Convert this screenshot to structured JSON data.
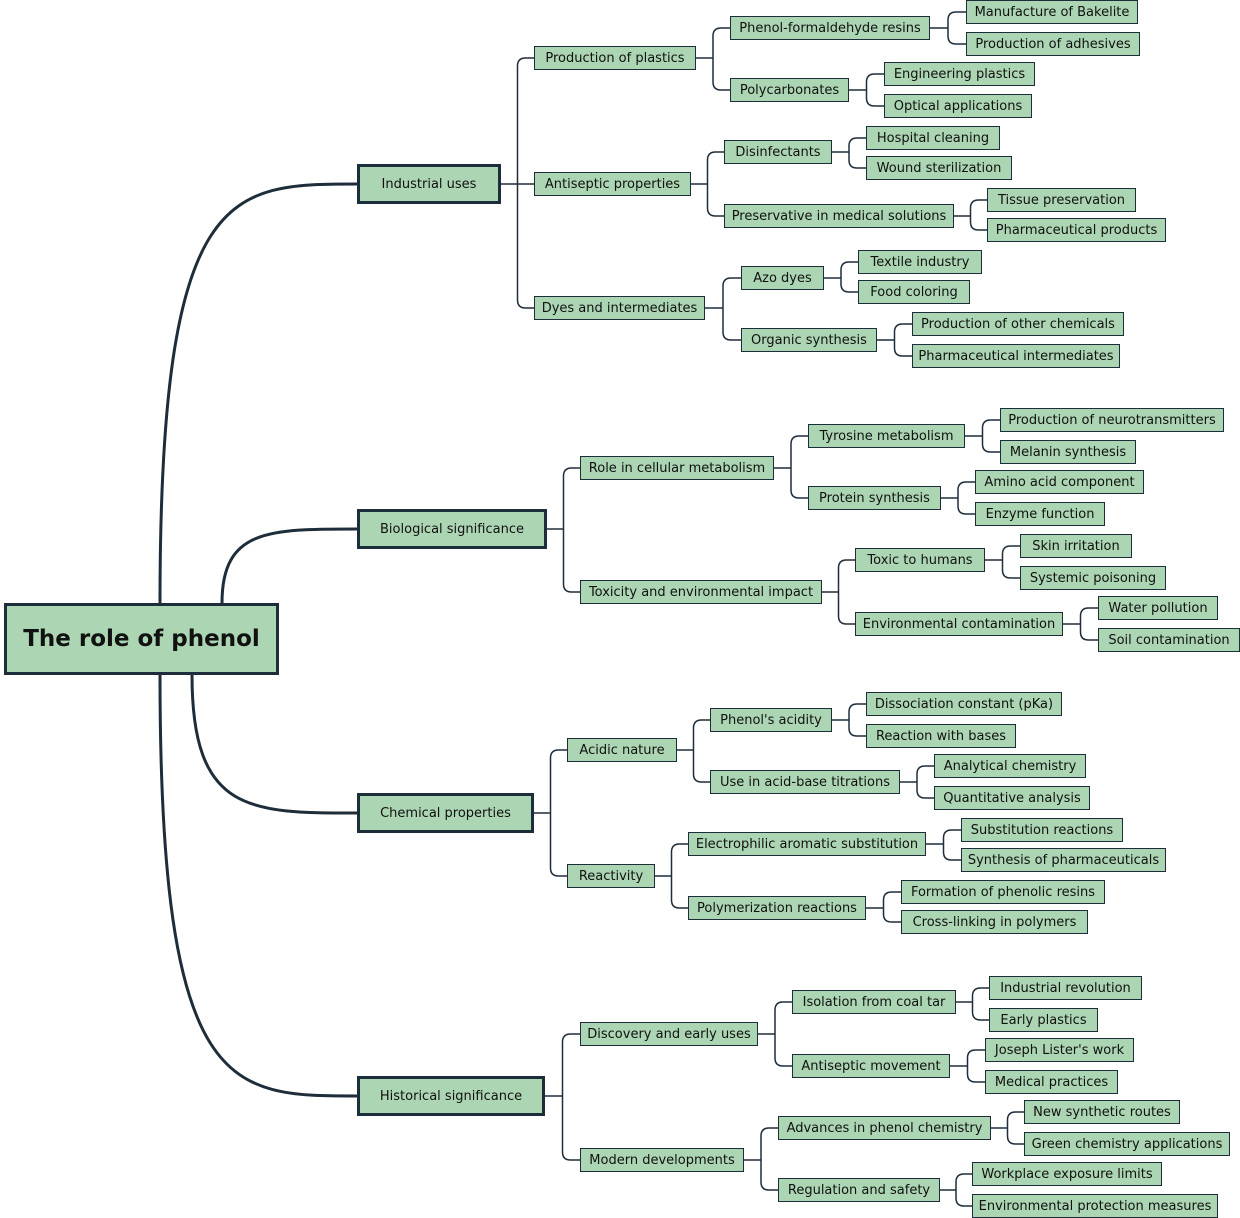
{
  "mindmap": {
    "root": "The role of phenol",
    "branches": [
      {
        "label": "Industrial uses",
        "children": [
          {
            "label": "Production of plastics",
            "children": [
              {
                "label": "Phenol-formaldehyde resins",
                "children": [
                  "Manufacture of Bakelite",
                  "Production of adhesives"
                ]
              },
              {
                "label": "Polycarbonates",
                "children": [
                  "Engineering plastics",
                  "Optical applications"
                ]
              }
            ]
          },
          {
            "label": "Antiseptic properties",
            "children": [
              {
                "label": "Disinfectants",
                "children": [
                  "Hospital cleaning",
                  "Wound sterilization"
                ]
              },
              {
                "label": "Preservative in medical solutions",
                "children": [
                  "Tissue preservation",
                  "Pharmaceutical products"
                ]
              }
            ]
          },
          {
            "label": "Dyes and intermediates",
            "children": [
              {
                "label": "Azo dyes",
                "children": [
                  "Textile industry",
                  "Food coloring"
                ]
              },
              {
                "label": "Organic synthesis",
                "children": [
                  "Production of other chemicals",
                  "Pharmaceutical intermediates"
                ]
              }
            ]
          }
        ]
      },
      {
        "label": "Biological significance",
        "children": [
          {
            "label": "Role in cellular metabolism",
            "children": [
              {
                "label": "Tyrosine metabolism",
                "children": [
                  "Production of neurotransmitters",
                  "Melanin synthesis"
                ]
              },
              {
                "label": "Protein synthesis",
                "children": [
                  "Amino acid component",
                  "Enzyme function"
                ]
              }
            ]
          },
          {
            "label": "Toxicity and environmental impact",
            "children": [
              {
                "label": "Toxic to humans",
                "children": [
                  "Skin irritation",
                  "Systemic poisoning"
                ]
              },
              {
                "label": "Environmental contamination",
                "children": [
                  "Water pollution",
                  "Soil contamination"
                ]
              }
            ]
          }
        ]
      },
      {
        "label": "Chemical properties",
        "children": [
          {
            "label": "Acidic nature",
            "children": [
              {
                "label": "Phenol's acidity",
                "children": [
                  "Dissociation constant (pKa)",
                  "Reaction with bases"
                ]
              },
              {
                "label": "Use in acid-base titrations",
                "children": [
                  "Analytical chemistry",
                  "Quantitative analysis"
                ]
              }
            ]
          },
          {
            "label": "Reactivity",
            "children": [
              {
                "label": "Electrophilic aromatic substitution",
                "children": [
                  "Substitution reactions",
                  "Synthesis of pharmaceuticals"
                ]
              },
              {
                "label": "Polymerization reactions",
                "children": [
                  "Formation of phenolic resins",
                  "Cross-linking in polymers"
                ]
              }
            ]
          }
        ]
      },
      {
        "label": "Historical significance",
        "children": [
          {
            "label": "Discovery and early uses",
            "children": [
              {
                "label": "Isolation from coal tar",
                "children": [
                  "Industrial revolution",
                  "Early plastics"
                ]
              },
              {
                "label": "Antiseptic movement",
                "children": [
                  "Joseph Lister's work",
                  "Medical practices"
                ]
              }
            ]
          },
          {
            "label": "Modern developments",
            "children": [
              {
                "label": "Advances in phenol chemistry",
                "children": [
                  "New synthetic routes",
                  "Green chemistry applications"
                ]
              },
              {
                "label": "Regulation and safety",
                "children": [
                  "Workplace exposure limits",
                  "Environmental protection measures"
                ]
              }
            ]
          }
        ]
      }
    ]
  }
}
